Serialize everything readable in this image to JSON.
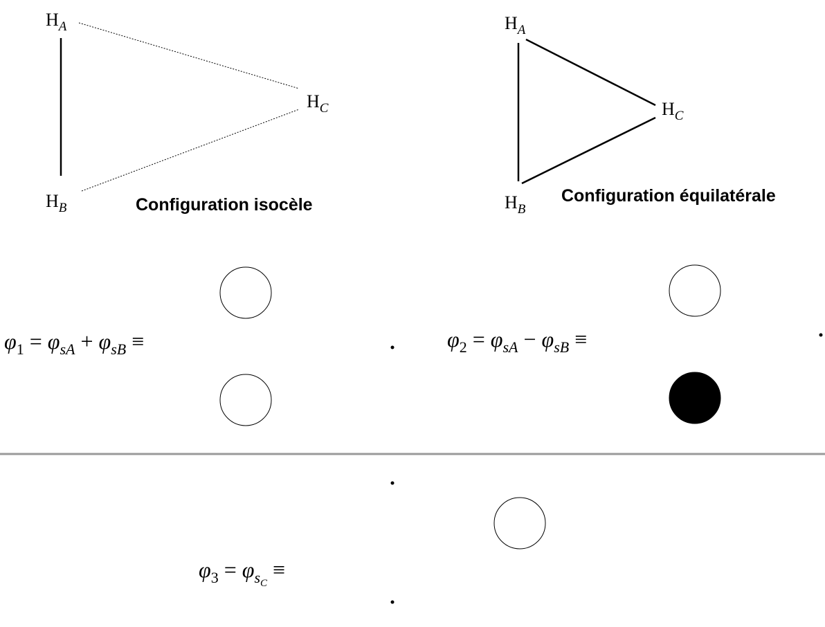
{
  "diagrams": {
    "isocele": {
      "caption": "Configuration isocèle",
      "atom_a": {
        "base": "H",
        "sub": "A"
      },
      "atom_b": {
        "base": "H",
        "sub": "B"
      },
      "atom_c": {
        "base": "H",
        "sub": "C"
      }
    },
    "equilateral": {
      "caption": "Configuration équilatérale",
      "atom_a": {
        "base": "H",
        "sub": "A"
      },
      "atom_b": {
        "base": "H",
        "sub": "B"
      },
      "atom_c": {
        "base": "H",
        "sub": "C"
      }
    }
  },
  "orbitals": {
    "phi1": {
      "lhs_sym": "φ",
      "lhs_idx": "1",
      "t1_sym": "φ",
      "t1_sub": "sA",
      "op": "+",
      "t2_sym": "φ",
      "t2_sub": "sB",
      "equiv": "≡",
      "lobes": [
        "empty",
        "empty"
      ]
    },
    "phi2": {
      "lhs_sym": "φ",
      "lhs_idx": "2",
      "t1_sym": "φ",
      "t1_sub": "sA",
      "op": "−",
      "t2_sym": "φ",
      "t2_sub": "sB",
      "equiv": "≡",
      "lobes": [
        "empty",
        "filled"
      ]
    },
    "phi3": {
      "lhs_sym": "φ",
      "lhs_idx": "3",
      "t1_sym": "φ",
      "t1_sub": "s",
      "t1_subsub": "C",
      "equiv": "≡",
      "lobes": [
        "empty"
      ]
    }
  },
  "colors": {
    "line": "#000000",
    "lobe_filled": "#000000",
    "lobe_empty": "#ffffff",
    "separator": "#9a9a9a"
  }
}
